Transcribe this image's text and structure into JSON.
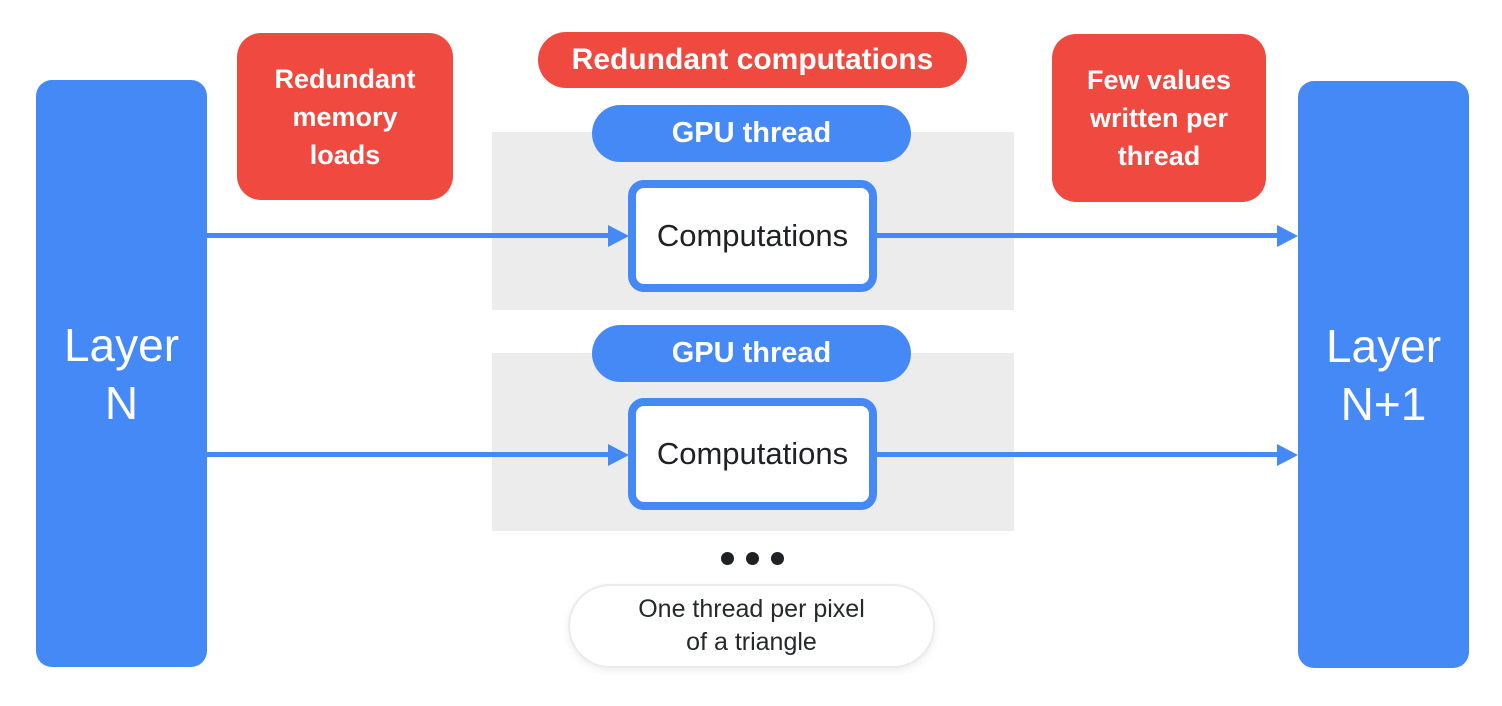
{
  "colors": {
    "blue": "#4589F6",
    "red": "#F0493F",
    "panel_gray": "#ECECEC",
    "text_dark": "#202124",
    "white": "#FFFFFF"
  },
  "layer_left": {
    "line1": "Layer",
    "line2": "N"
  },
  "layer_right": {
    "line1": "Layer",
    "line2": "N+1"
  },
  "callouts": {
    "memory": {
      "line1": "Redundant",
      "line2": "memory",
      "line3": "loads"
    },
    "compute": {
      "label": "Redundant computations"
    },
    "few_values": {
      "line1": "Few values",
      "line2": "written per",
      "line3": "thread"
    }
  },
  "threads": [
    {
      "pill_label": "GPU thread",
      "box_label": "Computations"
    },
    {
      "pill_label": "GPU thread",
      "box_label": "Computations"
    }
  ],
  "footnote": {
    "line1": "One thread per pixel",
    "line2": "of a triangle"
  }
}
